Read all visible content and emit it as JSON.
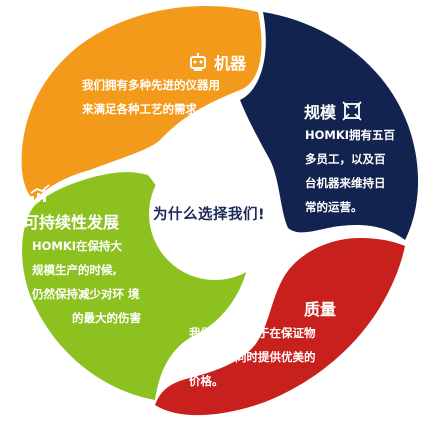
{
  "center_title": "为什么选择我们!",
  "colors": {
    "machine": "#f39a1a",
    "scale": "#13234f",
    "quality": "#c8201d",
    "sustain": "#8cc11f"
  },
  "machine": {
    "title": "机器",
    "icon": "robot-icon",
    "lines": [
      "我们拥有多种先进的仪器用",
      "来满足各种工艺的需求。"
    ]
  },
  "scale": {
    "title": "规模",
    "icon": "scale-frame-icon",
    "lines": [
      "HOMKI拥有五百",
      "多员工，以及百",
      "台机器来维持日",
      "常的运营。"
    ]
  },
  "quality": {
    "title": "质量",
    "lines": [
      "我们一直致力于在保证物",
      "品质量的同时提供优美的",
      "价格。"
    ]
  },
  "sustain": {
    "title": "可持续性发展",
    "icon": "growth-chart-icon",
    "lines": [
      "HOMKI在保持大",
      "规模生产的时候,",
      "仍然保持减少对环 境",
      "的最大的伤害"
    ]
  }
}
